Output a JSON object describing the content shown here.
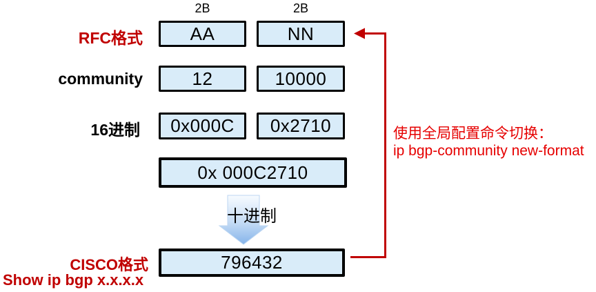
{
  "colors": {
    "box_fill": "#D9ECF9",
    "box_border": "#000000",
    "red_label": "#C00000",
    "red_annotation": "#E60000",
    "arrow_gradient_top": "#F7FBFF",
    "arrow_gradient_bottom": "#85B4EA"
  },
  "byte_labels": [
    "2B",
    "2B"
  ],
  "row_labels": {
    "rfc": "RFC格式",
    "community": "community",
    "hex": "16进制",
    "cisco": "CISCO格式",
    "cisco_sub": "Show ip bgp x.x.x.x"
  },
  "boxes": {
    "rfc_aa": "AA",
    "rfc_nn": "NN",
    "community_as": "12",
    "community_value": "10000",
    "hex_as": "0x000C",
    "hex_value": "0x2710",
    "hex_combined": "0x 000C2710",
    "cisco_decimal": "796432"
  },
  "decimal_arrow_label": "十进制",
  "annotation": {
    "line1": "使用全局配置命令切换：",
    "line2": "ip bgp-community new-format"
  }
}
